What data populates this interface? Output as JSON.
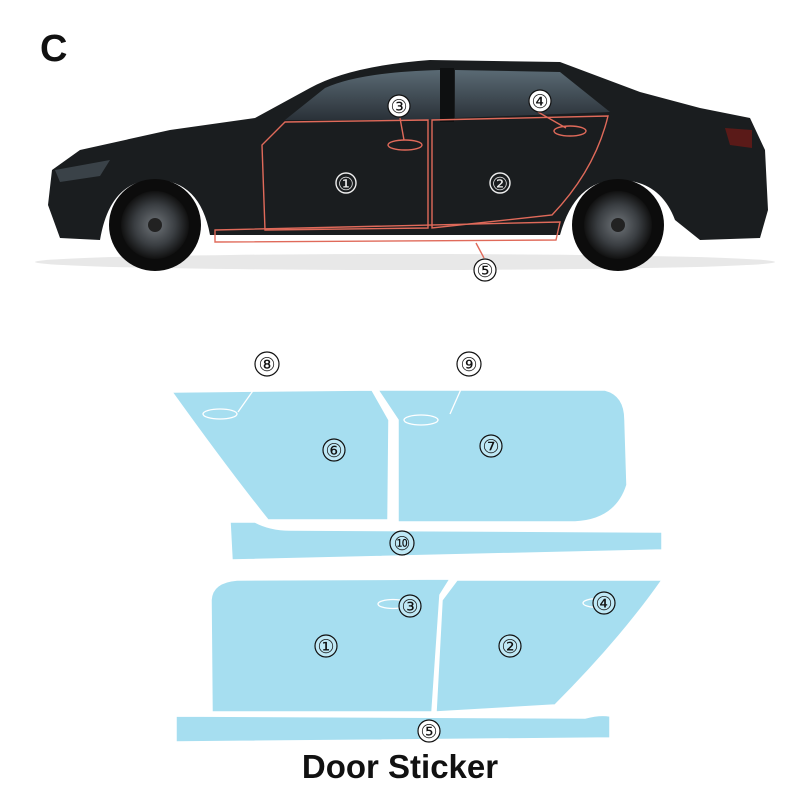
{
  "variant_label": "C",
  "caption": "Door Sticker",
  "car_markers": [
    "①",
    "②",
    "③",
    "④",
    "⑤"
  ],
  "film_markers": [
    "⑥",
    "⑦",
    "⑧",
    "⑨",
    "⑩",
    "①",
    "②",
    "③",
    "④",
    "⑤"
  ],
  "colors": {
    "film_fill": "#a6def0",
    "car_outline": "#e06a5a",
    "car_body": "#1a1d1f"
  }
}
